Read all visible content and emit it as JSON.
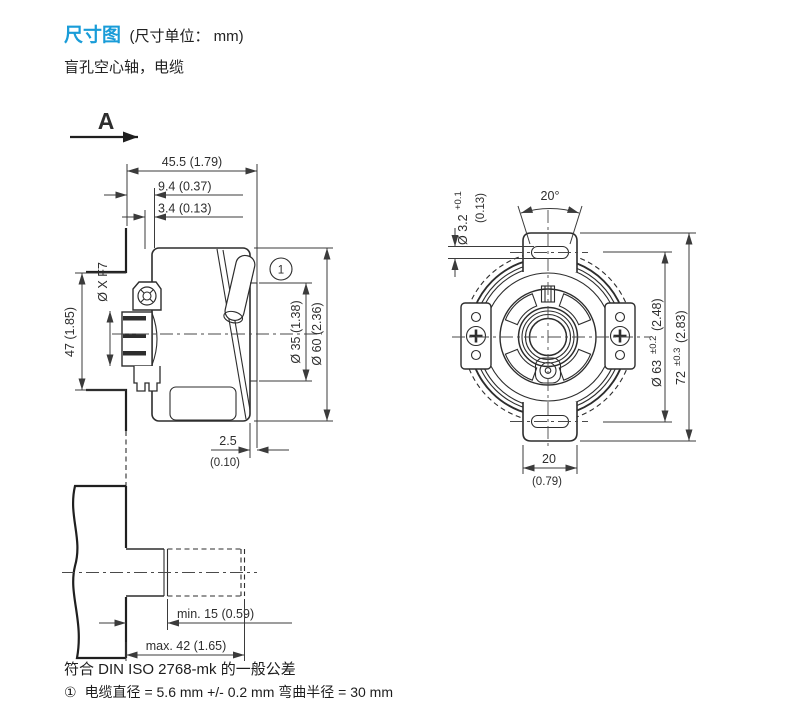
{
  "header": {
    "title": "尺寸图",
    "unit_note": "(尺寸单位： mm)",
    "subtitle": "盲孔空心轴，电缆"
  },
  "view_arrow": {
    "label": "A"
  },
  "side_view": {
    "dim_total_width": "45.5 (1.79)",
    "dim_cable_gland": "9.4 (0.37)",
    "dim_step": "3.4 (0.13)",
    "dim_bore": "Ø X F7",
    "dim_height": "47 (1.85)",
    "dim_spigot_dia": "Ø 35 (1.38)",
    "dim_body_dia": "Ø 60 (2.36)",
    "dim_spigot_len": "2.5",
    "dim_spigot_len_inch": "(0.10)",
    "callout": "1"
  },
  "shaft_view": {
    "dim_min": "min. 15 (0.59)",
    "dim_max": "max. 42 (1.65)"
  },
  "front_view": {
    "dim_hole_dia": "Ø 3.2",
    "dim_hole_tol": "+0.1",
    "dim_hole_inch": "(0.13)",
    "dim_angle": "20°",
    "dim_dia63": "Ø 63",
    "dim_dia63_tol": "±0.2",
    "dim_dia63_inch": "(2.48)",
    "dim_height72": "72",
    "dim_height72_tol": "±0.3",
    "dim_height72_inch": "(2.83)",
    "dim_tab_width": "20",
    "dim_tab_width_inch": "(0.79)"
  },
  "notes": {
    "tolerance": "符合 DIN ISO 2768-mk 的一般公差",
    "cable_marker": "①",
    "cable": "电缆直径 = 5.6 mm +/- 0.2 mm 弯曲半径 = 30 mm"
  },
  "colors": {
    "accent": "#199cd8",
    "line": "#2d2d2d"
  }
}
